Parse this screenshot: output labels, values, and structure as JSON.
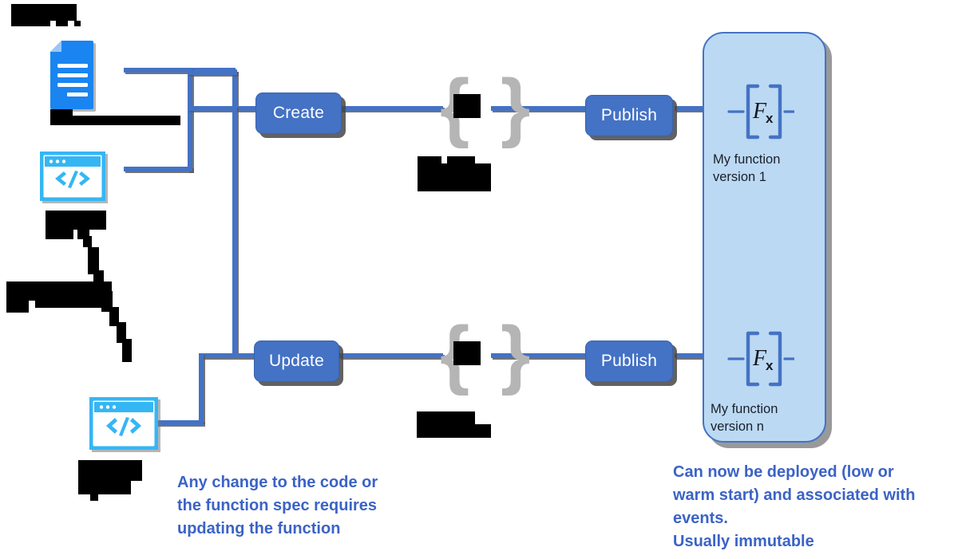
{
  "diagram": {
    "title_redacted": true,
    "nodes": {
      "create_button": {
        "label": "Create"
      },
      "update_button": {
        "label": "Update"
      },
      "publish_top_button": {
        "label": "Publish"
      },
      "publish_bottom_button": {
        "label": "Publish"
      }
    },
    "icons": {
      "spec_document": "document-icon",
      "code_top": "code-window-icon",
      "code_bottom": "code-window-icon",
      "braces_top": "curly-braces-icon",
      "braces_bottom": "curly-braces-icon",
      "fx_top": "fx-function-icon",
      "fx_bottom": "fx-function-icon"
    },
    "braces_glyph": "{    }",
    "fx_glyph": "Fx",
    "versions": [
      {
        "name": "My function\nversion 1"
      },
      {
        "name": "My function\nversion n"
      }
    ],
    "notes": {
      "left": "Any change to the code or\nthe function spec requires\nupdating the function",
      "right": "Can now be deployed (low or\nwarm start) and associated with\nevents.\nUsually immutable"
    },
    "redacted_labels": {
      "diagram_title": "",
      "spec_doc_label": "",
      "code_top_label": "",
      "loop_annotation": "",
      "code_bottom_label": "",
      "braces_top_label": "",
      "braces_bottom_label": "",
      "braces_top_inner": "",
      "braces_bottom_inner": ""
    },
    "colors": {
      "accent_blue": "#4472c4",
      "icon_blue": "#1a85f0",
      "icon_cyan": "#35b6f4",
      "panel_fill": "#bcd9f3",
      "note_text": "#3b63c6",
      "braces_gray": "#b5b5b5",
      "line_shadow": "#5a5a5a",
      "redaction": "#000000"
    }
  }
}
